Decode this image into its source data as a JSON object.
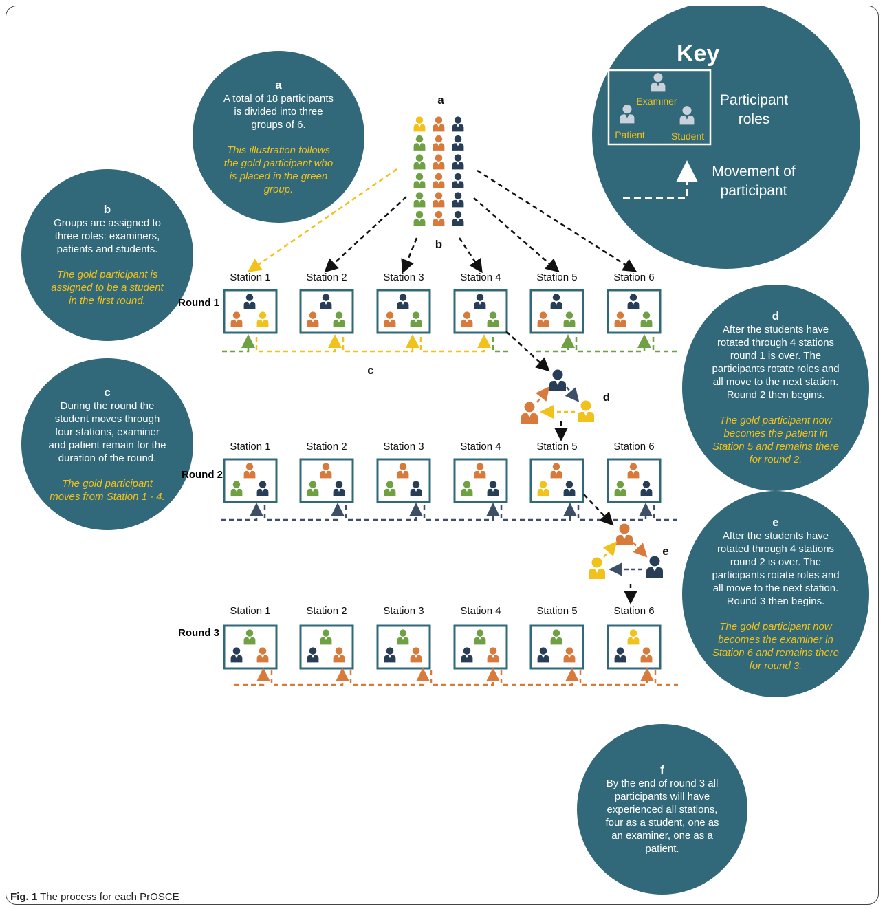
{
  "labels": {
    "a_top": "a",
    "b_mid": "b",
    "c_mid": "c",
    "d_mid": "d",
    "e_mid": "e"
  },
  "rounds": [
    "Round 1",
    "Round 2",
    "Round 3"
  ],
  "stations": [
    "Station 1",
    "Station 2",
    "Station 3",
    "Station 4",
    "Station 5",
    "Station 6"
  ],
  "key": {
    "title": "Key",
    "roles_label": "Participant roles",
    "movement_label": "Movement of participant",
    "examiner": "Examiner",
    "patient": "Patient",
    "student": "Student"
  },
  "notes": {
    "a": {
      "letter": "a",
      "text": "A total of 18 participants is divided into three groups of 6.",
      "gold": "This illustration follows the gold participant who is placed in the green group."
    },
    "b": {
      "letter": "b",
      "text": "Groups are assigned to three roles: examiners, patients and students.",
      "gold": "The gold participant is assigned to be a student in the first round."
    },
    "c": {
      "letter": "c",
      "text": "During the round the student moves through four stations, examiner and patient remain for the duration of the round.",
      "gold": "The gold participant moves from Station 1 - 4."
    },
    "d": {
      "letter": "d",
      "text": "After the students have rotated through 4 stations round 1 is over. The participants rotate roles and all move to the next station. Round 2 then begins.",
      "gold": "The gold participant now becomes the patient in Station 5 and remains there for round 2."
    },
    "e": {
      "letter": "e",
      "text": "After the students have rotated through 4 stations round 2 is over. The participants rotate roles and all move to the next station. Round 3 then begins.",
      "gold": "The gold participant now becomes the examiner in Station 6 and remains there for round 3."
    },
    "f": {
      "letter": "f",
      "text": "By the end of round 3 all participants will have experienced all stations, four as a student, one as an examiner, one as a patient.",
      "gold": ""
    }
  },
  "caption": {
    "prefix": "Fig. 1",
    "text": "The process for each PrOSCE"
  },
  "colors": {
    "teal": "#31687a",
    "gold": "#f1c21b",
    "green": "#6fa043",
    "orange": "#d87a3c",
    "navy": "#283e56",
    "grey": "#c9d1da"
  }
}
